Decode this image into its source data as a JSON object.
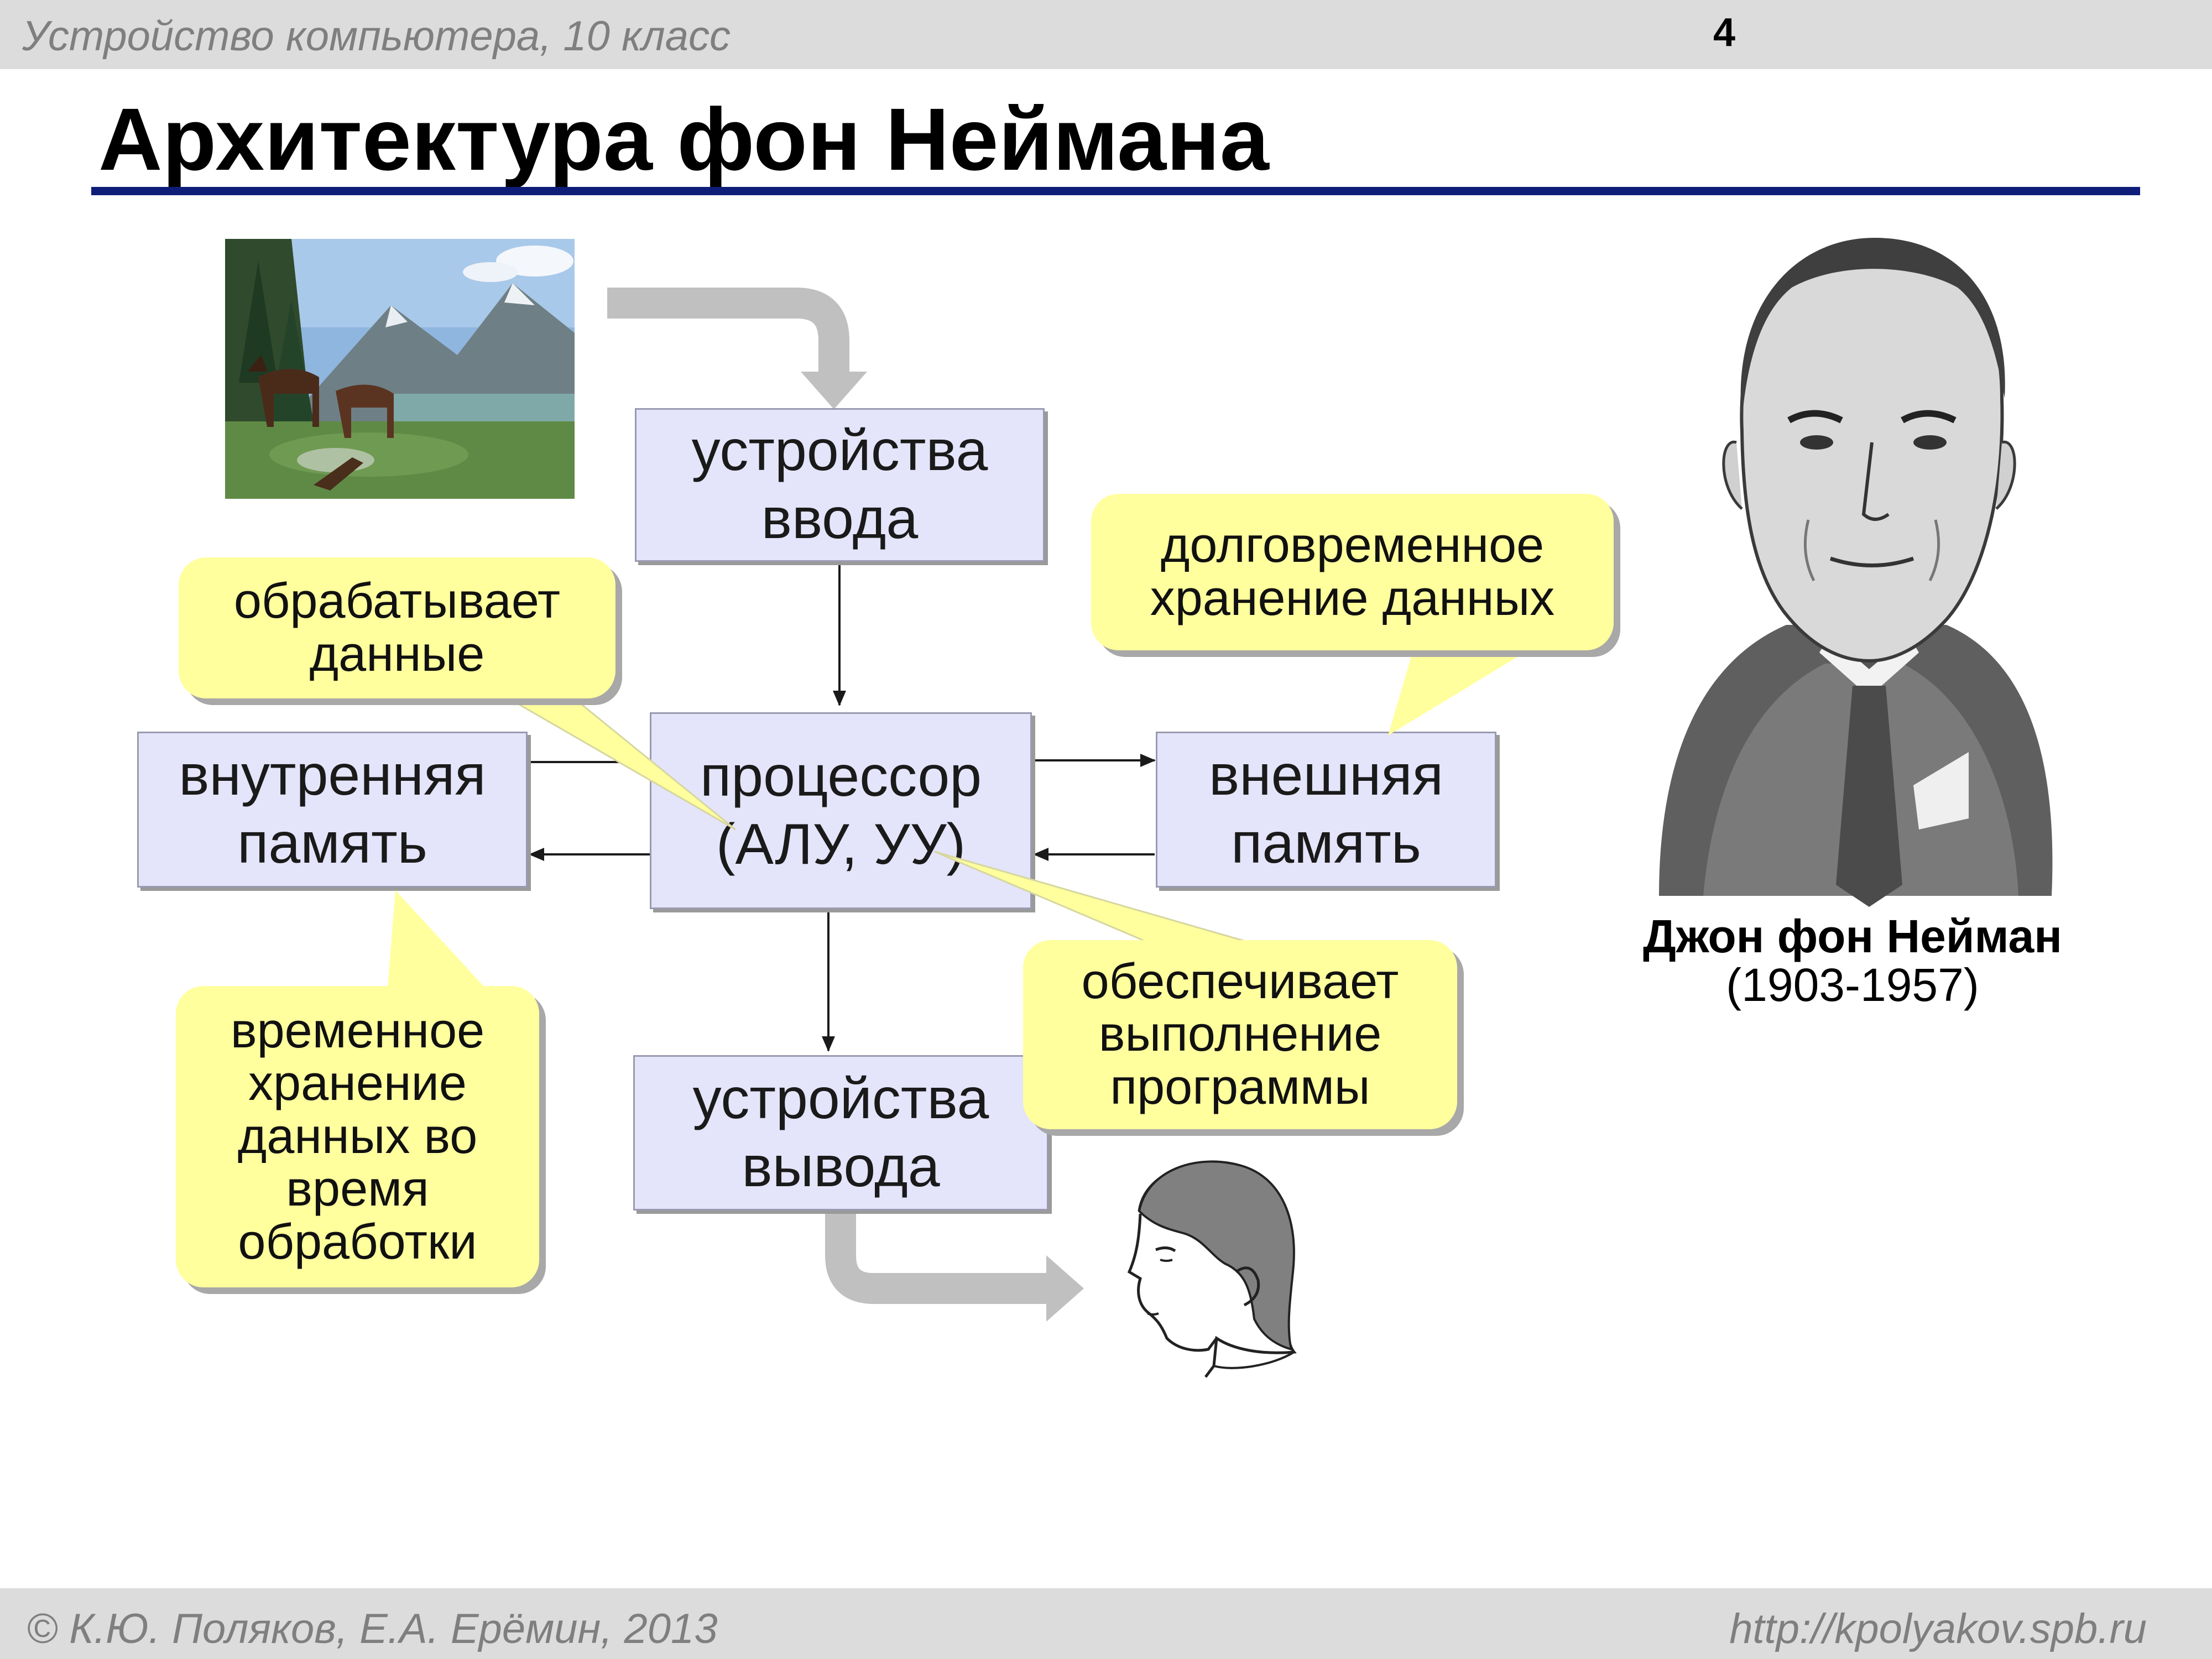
{
  "header": {
    "course": "Устройство компьютера, 10 класс",
    "page_number": "4"
  },
  "title": "Архитектура фон Неймана",
  "blocks": {
    "input": "устройства\nввода",
    "processor": "процессор\n(АЛУ, УУ)",
    "internal_memory": "внутренняя\nпамять",
    "external_memory": "внешняя\nпамять",
    "output": "устройства\nвывода"
  },
  "callouts": {
    "processes": "обрабатывает\nданные",
    "long_term": "долговременное\nхранение данных",
    "temporary": "временное\nхранение\nданных во\nвремя\nобработки",
    "execution": "обеспечивает\nвыполнение\nпрограммы"
  },
  "portrait": {
    "name": "Джон фон Нейман",
    "years": "(1903-1957)"
  },
  "footer": {
    "copyright": "© К.Ю. Поляков, Е.А. Ерёмин, 2013",
    "url": "http://kpolyakov.spb.ru"
  },
  "colors": {
    "box_fill": "#e4e4fb",
    "callout_fill": "#ffff9e",
    "title_rule": "#0d1d78",
    "flow_arrow": "#c0c0c0"
  }
}
